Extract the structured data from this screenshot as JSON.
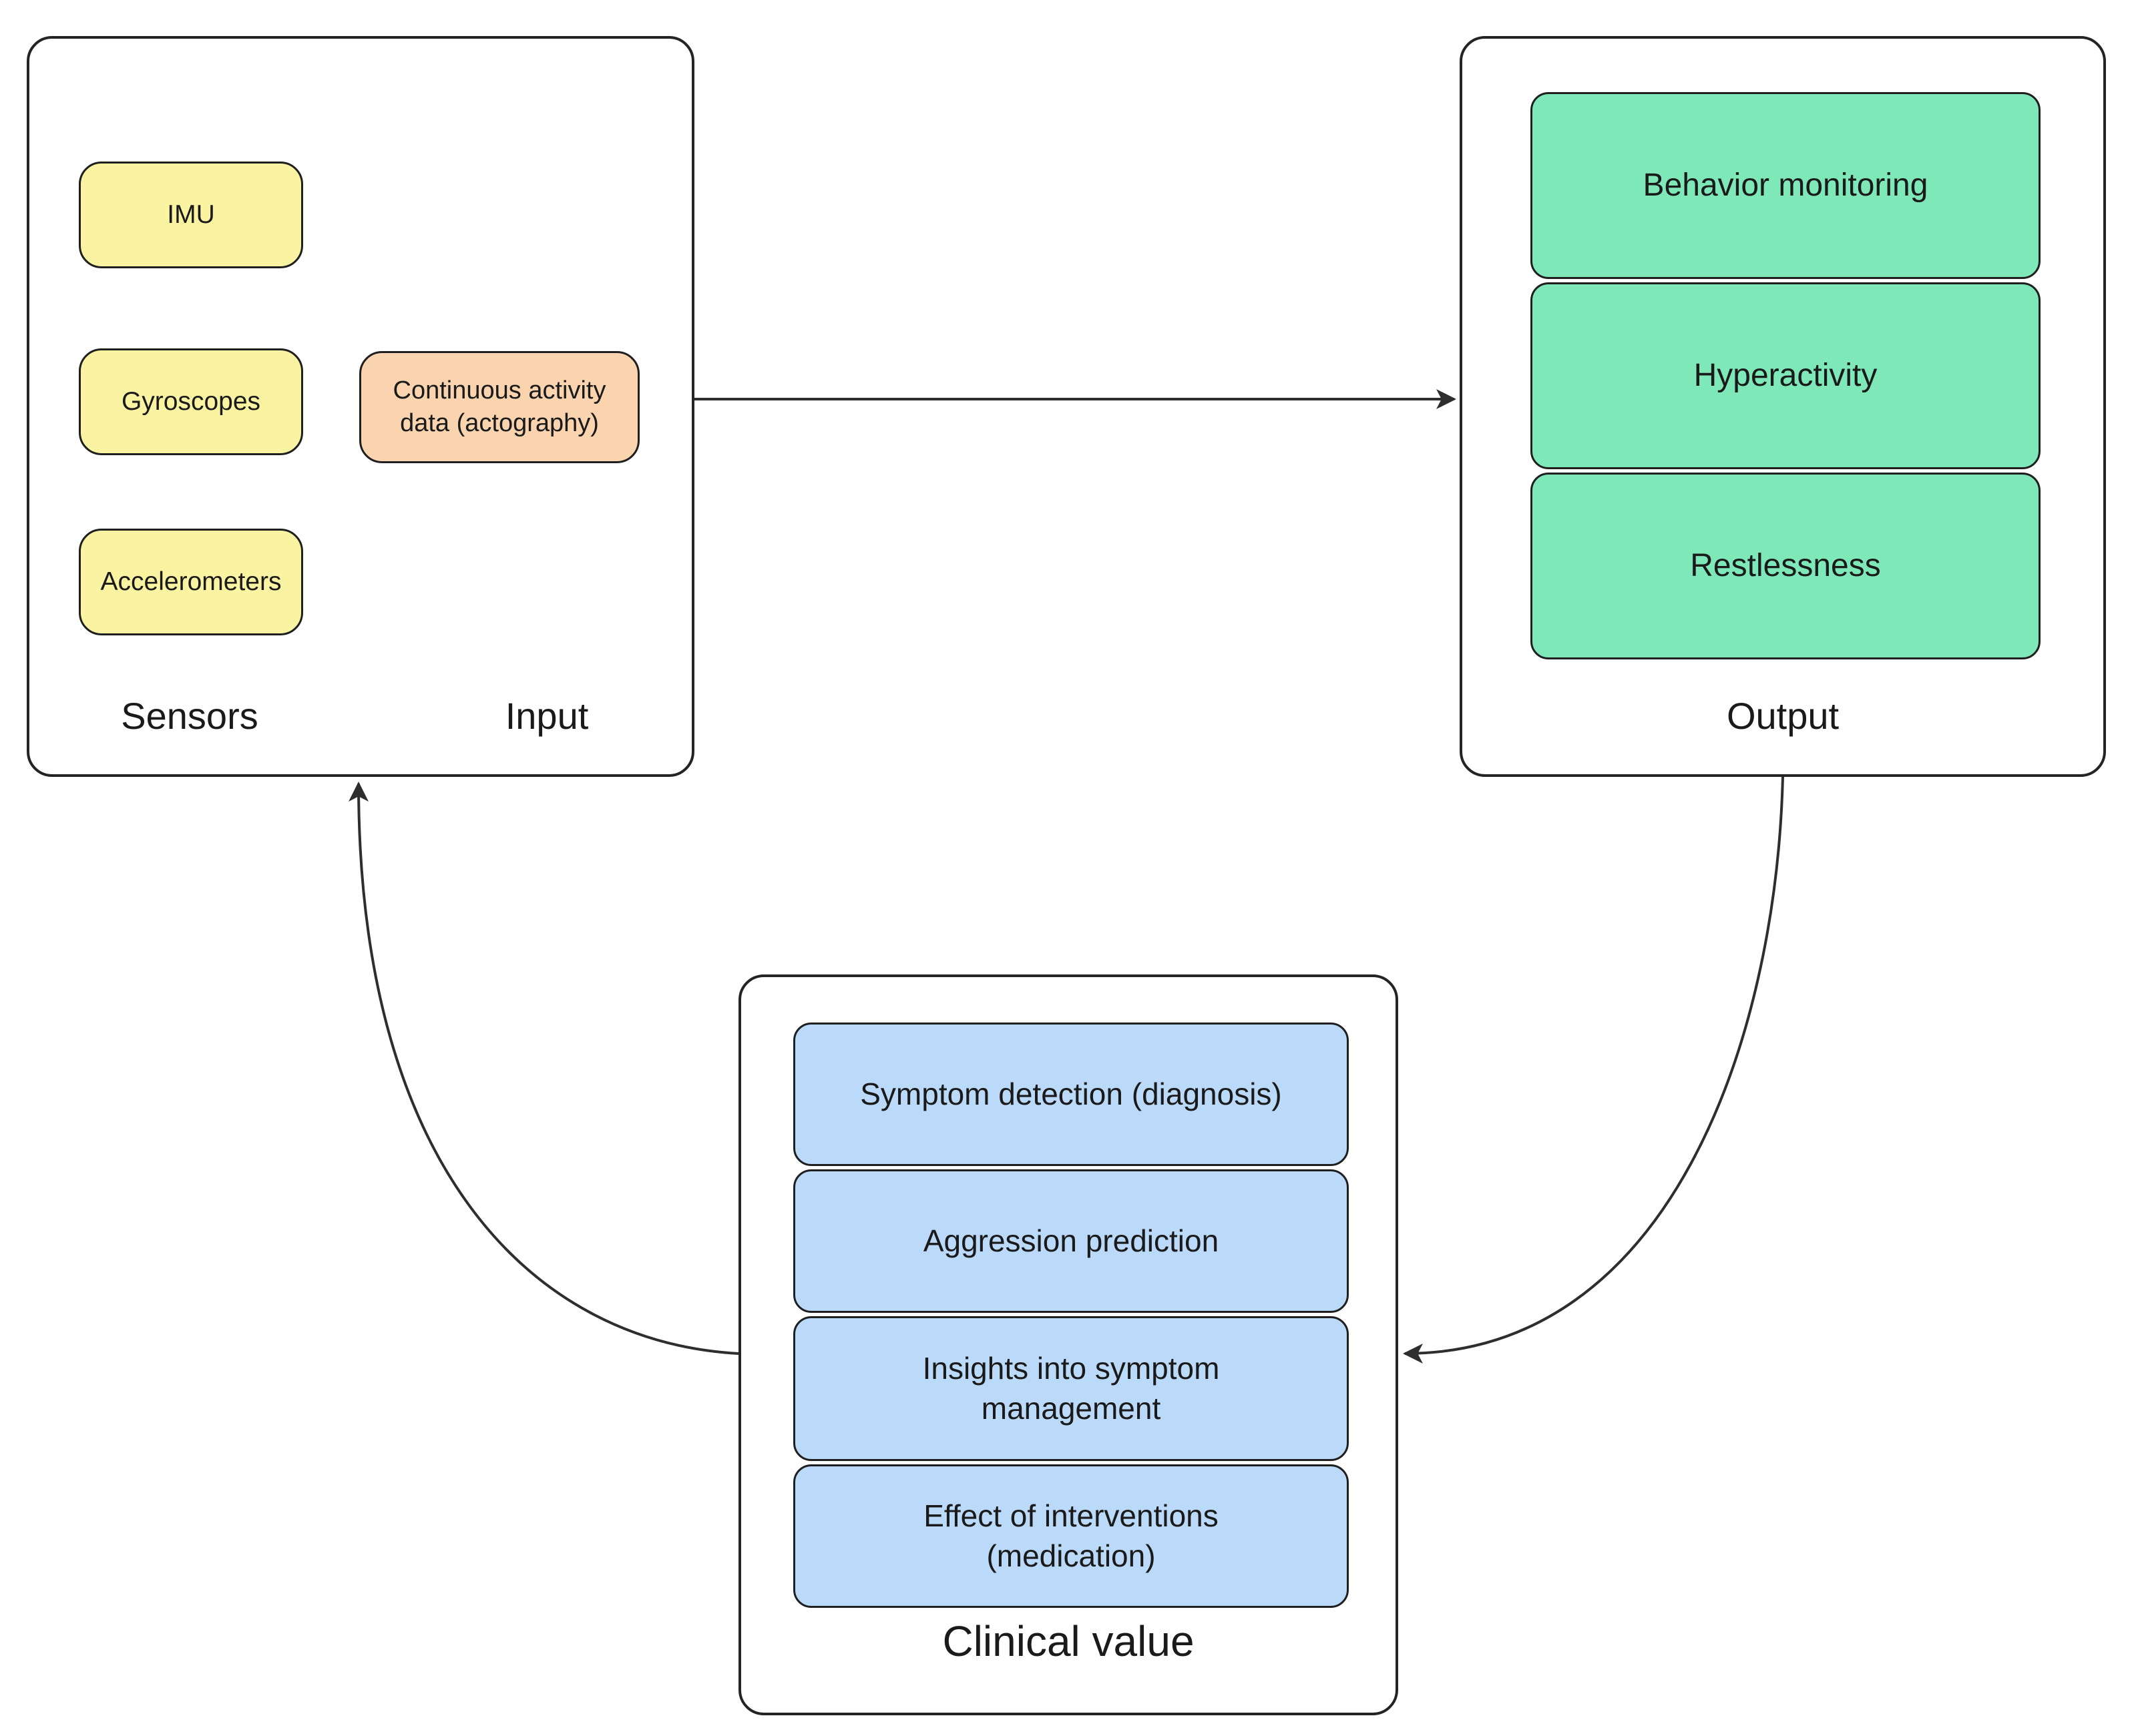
{
  "diagram": {
    "input_panel": {
      "caption_sensors": "Sensors",
      "caption_input": "Input",
      "sensors": [
        "IMU",
        "Gyroscopes",
        "Accelerometers"
      ],
      "data_node": "Continuous activity data (actography)"
    },
    "output_panel": {
      "caption": "Output",
      "items": [
        "Behavior monitoring",
        "Hyperactivity",
        "Restlessness"
      ]
    },
    "clinical_panel": {
      "caption": "Clinical value",
      "items": [
        "Symptom detection (diagnosis)",
        "Aggression prediction",
        "Insights into symptom management",
        "Effect of interventions (medication)"
      ]
    }
  },
  "colors": {
    "background": "#ffffff",
    "text": "#1a1a1a",
    "panel_border": "#242424",
    "node_border": "#1f1f1f",
    "arrow": "#2e2e2e",
    "sensor_fill": "#faf3a2",
    "data_fill": "#f9d4ae",
    "output_fill": "#7fe8b8",
    "clinical_fill": "#bbd9f8"
  }
}
